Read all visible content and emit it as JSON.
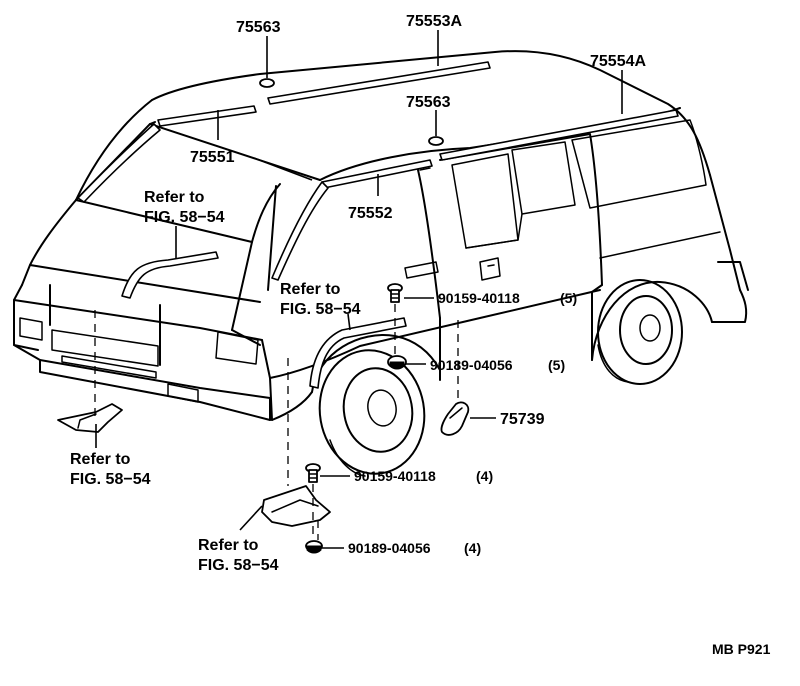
{
  "labels": {
    "p75563_top": "75563",
    "p75553A": "75553A",
    "p75554A": "75554A",
    "p75563_mid": "75563",
    "p75551": "75551",
    "p75552": "75552",
    "p75739": "75739",
    "bolt_upper": "90159-40118",
    "bolt_upper_qty": "(5)",
    "nut_upper": "90189-04056",
    "nut_upper_qty": "(5)",
    "bolt_lower": "90159-40118",
    "bolt_lower_qty": "(4)",
    "nut_lower": "90189-04056",
    "nut_lower_qty": "(4)"
  },
  "refs": {
    "windshield": {
      "line1": "Refer to",
      "line2": "FIG. 58−54"
    },
    "fender": {
      "line1": "Refer to",
      "line2": "FIG. 58−54"
    },
    "front_bracket": {
      "line1": "Refer to",
      "line2": "FIG. 58−54"
    },
    "lower_bracket": {
      "line1": "Refer to",
      "line2": "FIG. 58−54"
    }
  },
  "drawing_code": "MB P921"
}
